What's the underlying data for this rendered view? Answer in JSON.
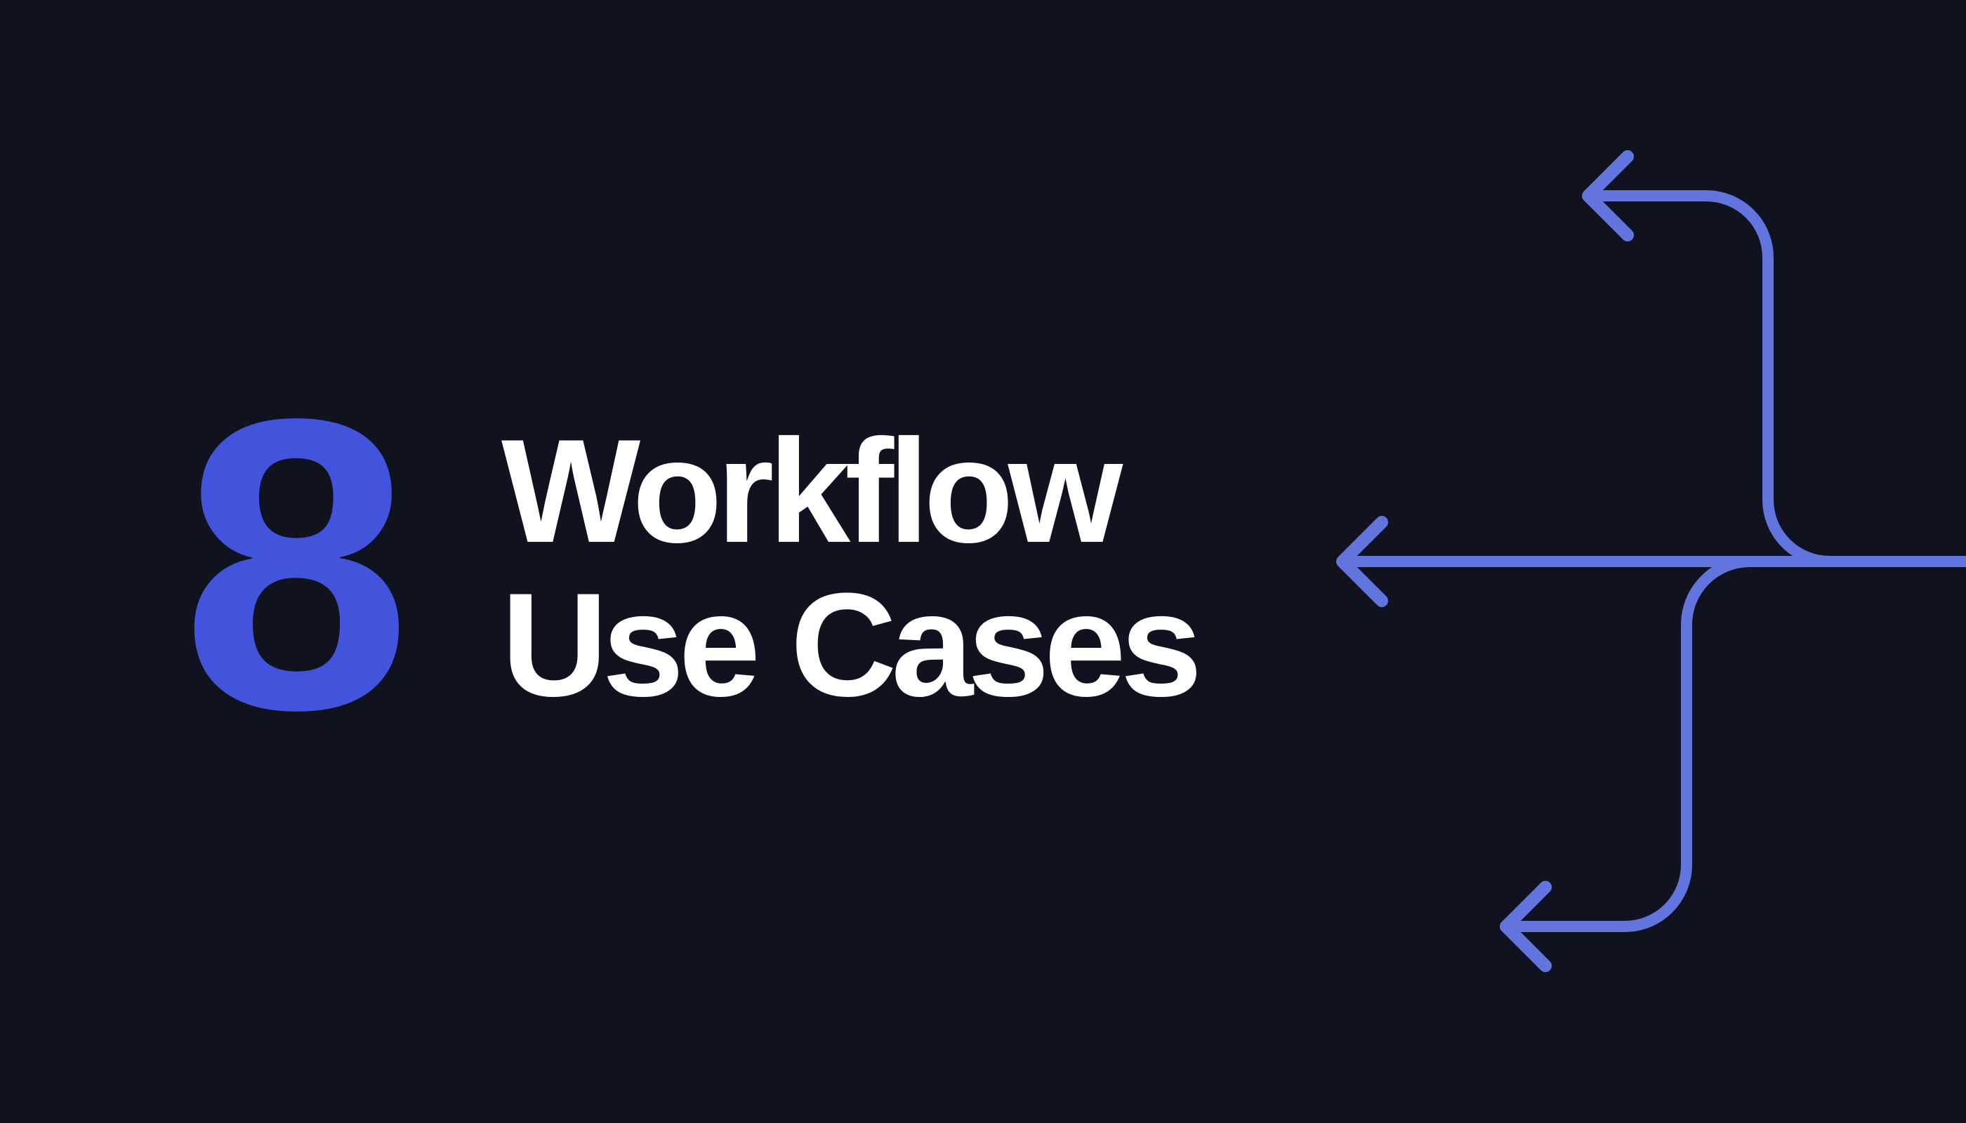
{
  "slide": {
    "count": "8",
    "title_line1": "Workflow",
    "title_line2": "Use Cases",
    "colors": {
      "background": "#10131F",
      "number": "#4254DB",
      "title": "#FFFFFF",
      "arrows": "#6275DF"
    }
  }
}
